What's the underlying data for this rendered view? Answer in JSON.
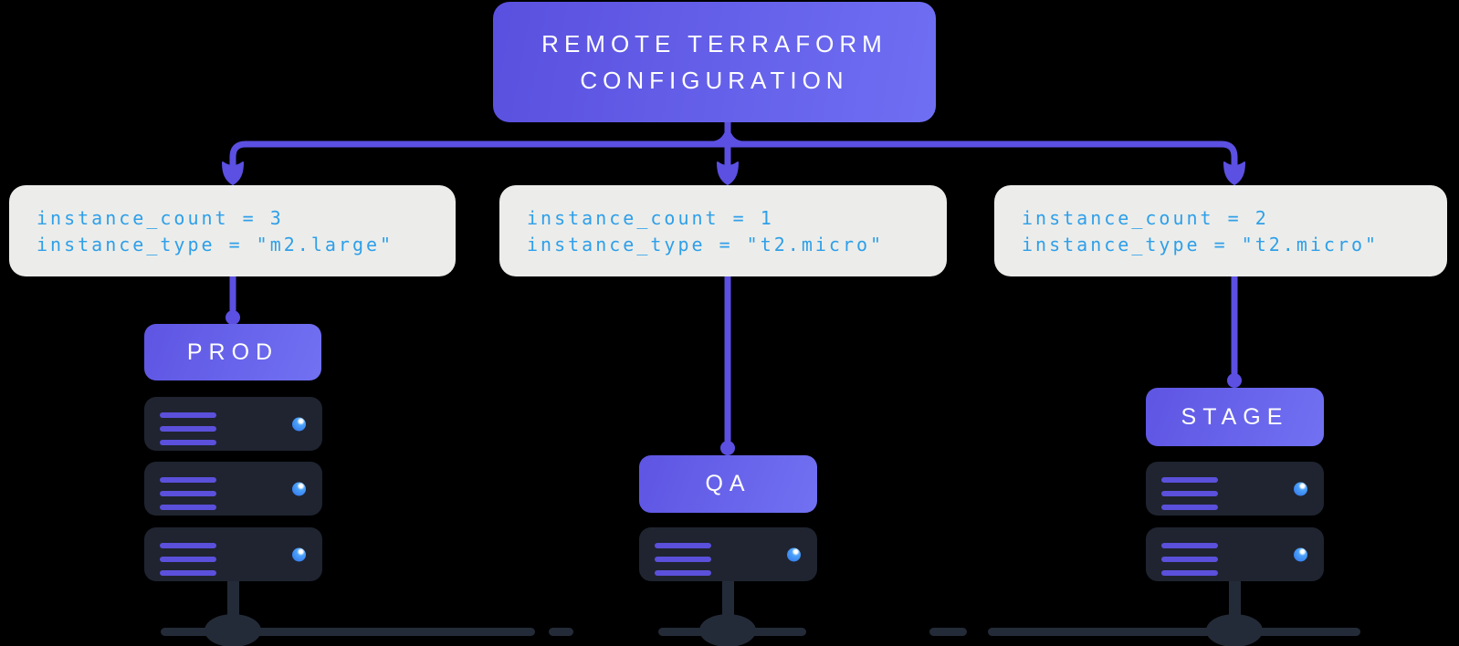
{
  "diagram_title": "REMOTE TERRAFORM\nCONFIGURATION",
  "colors": {
    "background": "#000000",
    "connector": "#5B50E2",
    "node_gradient_start": "#5A50DF",
    "node_gradient_end": "#6F6FF3",
    "code_box_bg": "#ECEDEA",
    "code_text": "#2F9FE9",
    "server_body": "#1F2430",
    "server_bar": "#5B50DB",
    "server_led": "#3E82F7",
    "ground": "#242B38",
    "label_text": "#FFFFFF"
  },
  "environments": [
    {
      "name": "PROD",
      "code_lines": [
        "instance_count = 3",
        "instance_type = \"m2.large\""
      ],
      "server_count": 3
    },
    {
      "name": "QA",
      "code_lines": [
        "instance_count = 1",
        "instance_type = \"t2.micro\""
      ],
      "server_count": 1
    },
    {
      "name": "STAGE",
      "code_lines": [
        "instance_count = 2",
        "instance_type = \"t2.micro\""
      ],
      "server_count": 2
    }
  ]
}
